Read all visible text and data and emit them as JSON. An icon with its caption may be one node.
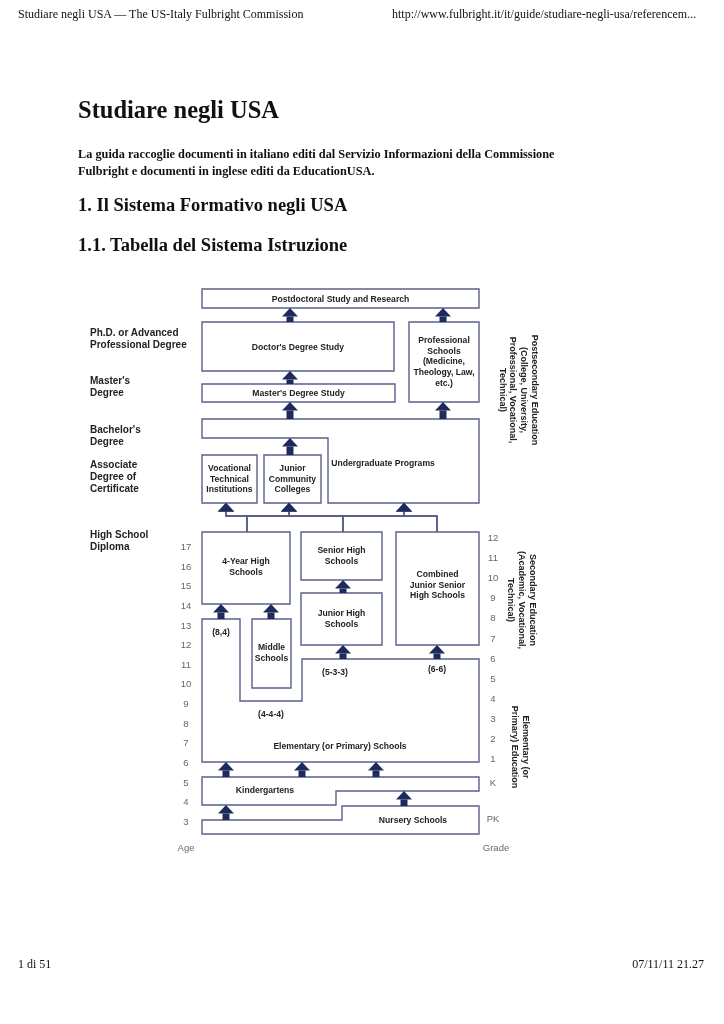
{
  "diagram": {
    "title": "Studiare negli USA",
    "nodes": [
      {
        "text": [
          "Postdoctoral Study and Research"
        ]
      },
      {
        "text": [
          "Doctor's Degree Study"
        ]
      },
      {
        "text": [
          "Professional Schools (Medicine, Theology, Law, etc.)"
        ]
      },
      {
        "text": [
          "Master's Degree Study"
        ]
      },
      {
        "text": [
          "Undergraduate Programs"
        ]
      },
      {
        "text": [
          "Vocational Technical Institutions"
        ]
      },
      {
        "text": [
          "Junior Community Colleges"
        ]
      },
      {
        "text": [
          "4-Year High Schools"
        ]
      },
      {
        "text": [
          "Senior High Schools"
        ]
      },
      {
        "text": [
          "Combined Junior Senior High Schools"
        ]
      },
      {
        "text": [
          "Junior High Schools"
        ]
      },
      {
        "text": [
          "Middle Schools"
        ]
      },
      {
        "text": [
          "(8,4)",
          "(5-3-3)",
          "(6-6)",
          "(4-4-4)",
          "Elementary (or Primary) Schools"
        ]
      },
      {
        "text": [
          "Kindergartens"
        ]
      },
      {
        "text": [
          "Nursery Schools"
        ]
      }
    ],
    "edges": [
      {
        "from": 1,
        "to": 0,
        "arrow": "to"
      },
      {
        "from": 2,
        "to": 0,
        "arrow": "to"
      },
      {
        "from": 3,
        "to": 1,
        "arrow": "to"
      },
      {
        "from": 4,
        "to": 3,
        "arrow": "to"
      },
      {
        "from": 4,
        "to": 2,
        "arrow": "to"
      },
      {
        "from": 6,
        "to": 4,
        "arrow": "to"
      },
      {
        "from": 7,
        "to": 5,
        "arrow": "to"
      },
      {
        "from": 7,
        "to": 6,
        "arrow": "to"
      },
      {
        "from": 7,
        "to": 4,
        "arrow": "to"
      },
      {
        "from": 8,
        "to": 5,
        "arrow": "to"
      },
      {
        "from": 8,
        "to": 6,
        "arrow": "to"
      },
      {
        "from": 8,
        "to": 4,
        "arrow": "to"
      },
      {
        "from": 9,
        "to": 5,
        "arrow": "to"
      },
      {
        "from": 9,
        "to": 6,
        "arrow": "to"
      },
      {
        "from": 9,
        "to": 4,
        "arrow": "to"
      },
      {
        "from": 10,
        "to": 8,
        "arrow": "to"
      },
      {
        "from": 11,
        "to": 7,
        "arrow": "to"
      },
      {
        "from": 12,
        "to": 7,
        "arrow": "to"
      },
      {
        "from": 12,
        "to": 10,
        "arrow": "to"
      },
      {
        "from": 12,
        "to": 9,
        "arrow": "to"
      },
      {
        "from": 13,
        "to": 12,
        "arrow": "to"
      },
      {
        "from": 13,
        "to": 12,
        "arrow": "to"
      },
      {
        "from": 13,
        "to": 12,
        "arrow": "to"
      },
      {
        "from": 14,
        "to": 13,
        "arrow": "to"
      },
      {
        "from": 14,
        "to": 13,
        "arrow": "to"
      }
    ],
    "labels": [
      "Studiare negli USA — The US-Italy Fulbright Commission",
      "http://www.fulbright.it/it/guide/studiare-negli-usa/referencem...",
      "La guida raccoglie documenti in italiano editi dal Servizio Informazioni della Commissione Fulbright e documenti in inglese editi da EducationUSA.",
      "1. Il Sistema Formativo negli USA",
      "1.1. Tabella del Sistema Istruzione",
      "Ph.D. or Advanced Professional Degree",
      "Master's Degree",
      "Bachelor's Degree",
      "Associate Degree of Certificate",
      "High School Diploma",
      "17",
      "16",
      "15",
      "14",
      "13",
      "12",
      "11",
      "10",
      "9",
      "8",
      "7",
      "6",
      "5",
      "4",
      "3",
      "Age",
      "12",
      "11",
      "10",
      "9",
      "8",
      "7",
      "6",
      "5",
      "4",
      "3",
      "2",
      "1",
      "K",
      "PK",
      "Grade",
      "Postsecondary Education (College, University, Professional, Vocational, Technical)",
      "Secondary Education (Academic, Vocational, Technical)",
      "Elementary (or Primary) Education",
      "1 di 51",
      "07/11/11 21.27"
    ]
  }
}
